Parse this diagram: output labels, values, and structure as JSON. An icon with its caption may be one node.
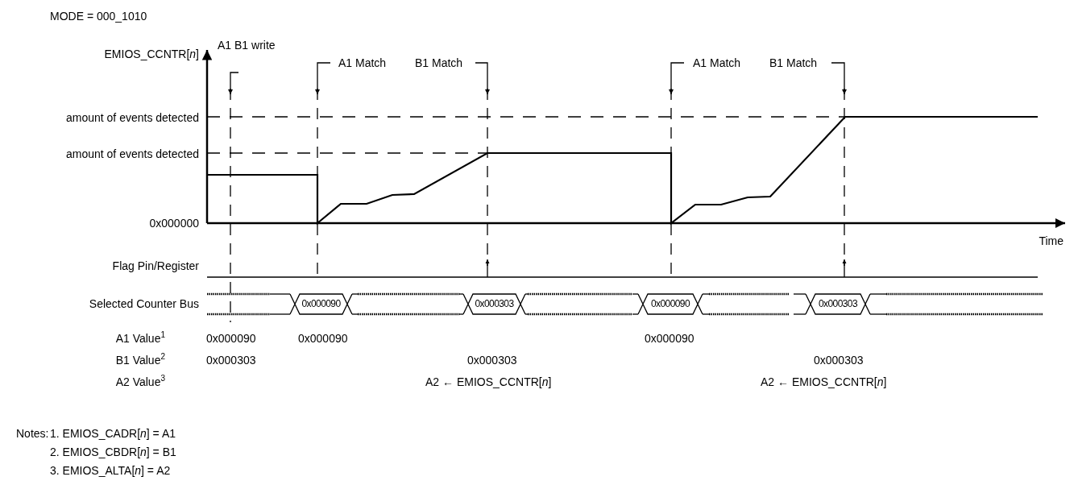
{
  "diagram": {
    "labels": [
      "MODE = 000_1010",
      "A1 B1 write",
      "EMIOS_CCNTR[*n*]",
      "A1 Match",
      "B1 Match",
      "A1 Match",
      "B1 Match",
      "amount of events detected",
      "amount of events detected",
      "0x000000",
      "Time",
      "Flag Pin/Register",
      "Selected Counter Bus",
      "0x000090",
      "0x000303",
      "0x000090",
      "0x000303",
      "A1 Value$^{1}$",
      "0x000090",
      "0x000090",
      "0x000090",
      "B1 Value$^{2}$",
      "0x000303",
      "0x000303",
      "0x000303",
      "A2 Value$^{3}$",
      "A2 ← EMIOS_CCNTR[*n*]",
      "A2 ← EMIOS_CCNTR[*n*]",
      "Notes:",
      "1. EMIOS_CADR[*n*] = A1",
      "2. EMIOS_CBDR[*n*] = B1",
      "3. EMIOS_ALTA[*n*] = A2"
    ]
  }
}
